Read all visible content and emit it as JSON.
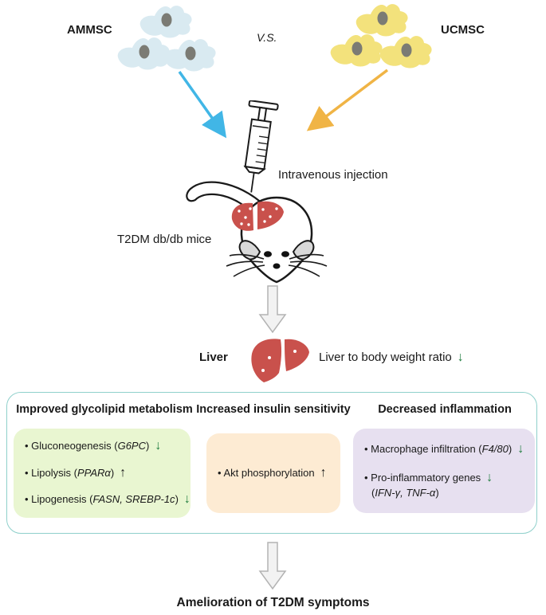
{
  "header": {
    "left_label": "AMMSC",
    "right_label": "UCMSC",
    "versus": "V.S."
  },
  "middle": {
    "injection_label": "Intravenous injection",
    "mouse_label": "T2DM db/db mice"
  },
  "liver_row": {
    "label": "Liver",
    "ratio_text": "Liver to body weight ratio",
    "ratio_arrow": "↓"
  },
  "panels": [
    {
      "heading": "Improved glycolipid metabolism",
      "items": [
        {
          "pre": "Gluconeogenesis (",
          "gene": "G6PC",
          "post": ")",
          "arrow": "↓"
        },
        {
          "pre": "Lipolysis (",
          "gene": "PPARα",
          "post": ")",
          "arrow": "↑"
        },
        {
          "pre": "Lipogenesis (",
          "gene": "FASN, SREBP-1c",
          "post": ")",
          "arrow": "↓"
        }
      ]
    },
    {
      "heading": "Increased insulin sensitivity",
      "items": [
        {
          "pre": "Akt phosphorylation",
          "gene": "",
          "post": "",
          "arrow": "↑"
        }
      ]
    },
    {
      "heading": "Decreased inflammation",
      "items": [
        {
          "pre": "Macrophage infiltration (",
          "gene": "F4/80",
          "post": ")",
          "arrow": "↓"
        },
        {
          "pre": "Pro-inflammatory genes",
          "gene": "",
          "post": "",
          "arrow": "↓",
          "line2_pre": "(",
          "line2_gene": "IFN-γ, TNF-α",
          "line2_post": ")"
        }
      ]
    }
  ],
  "outcome": "Amelioration of T2DM symptoms",
  "colors": {
    "ammsc_cell": "#d9eaf1",
    "ucmsc_cell": "#f3e27c",
    "cell_nucleus": "#7b7b74",
    "blue_arrow": "#41b6e6",
    "yellow_arrow": "#f0b445",
    "liver_red": "#c9514c",
    "box_border": "#8fd0cb",
    "panel_green": "#e9f6d1",
    "panel_orange": "#fdebd3",
    "panel_purple": "#e7e0f0",
    "up_arrow": "#1a1a1a",
    "down_arrow": "#1f7d3e",
    "gray_arrow_fill": "#f2f2f2",
    "gray_arrow_stroke": "#b3b3b3",
    "ear_gray": "#d9d9d9"
  }
}
